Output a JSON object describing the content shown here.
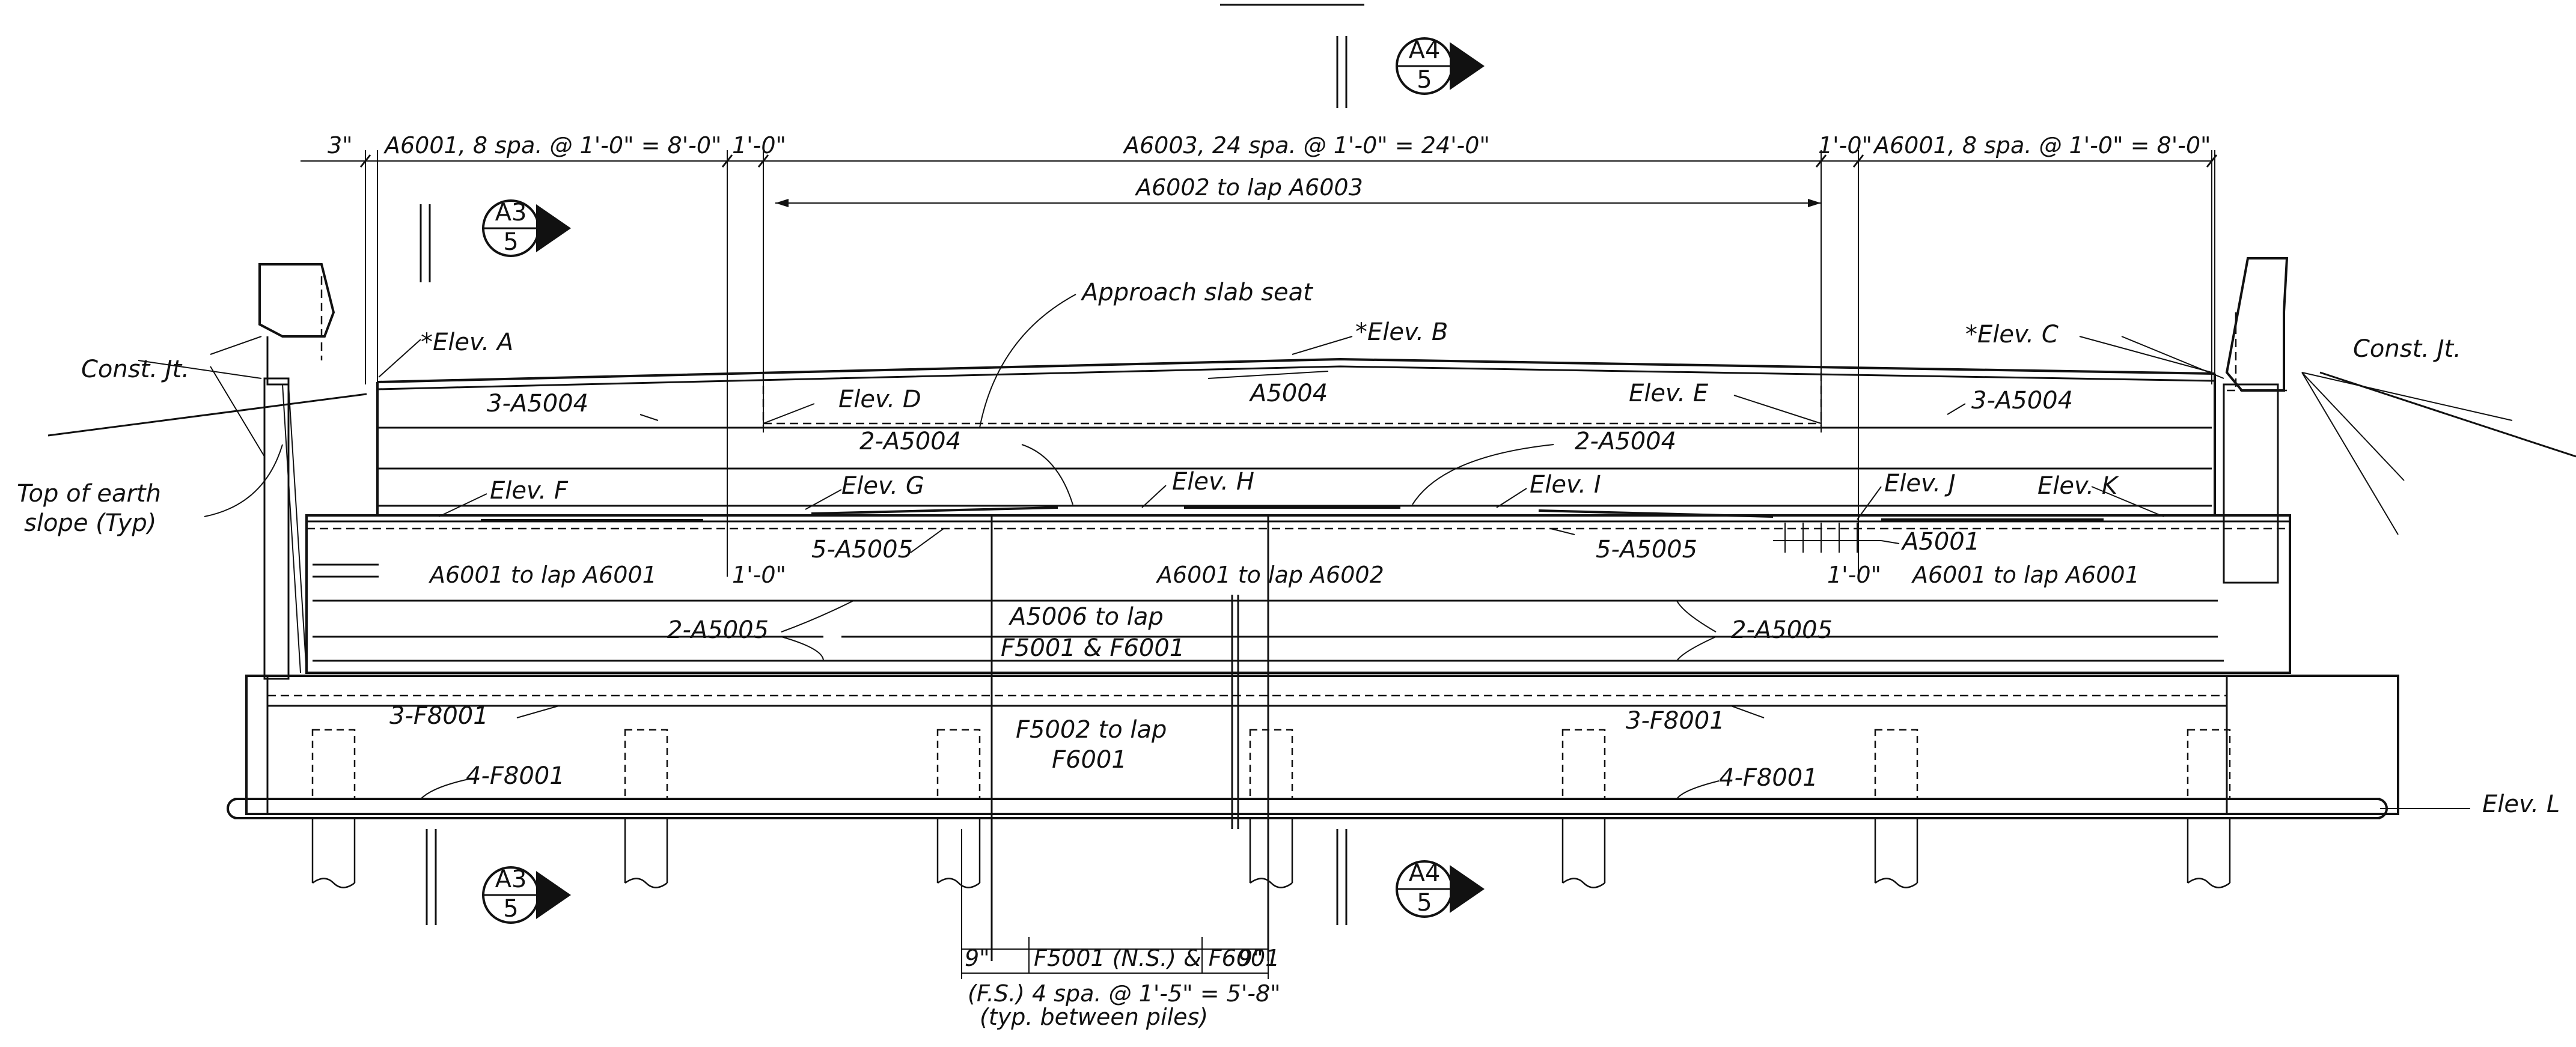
{
  "dimensions": {
    "d_3in": "3\"",
    "d_left_spacing": "A6001, 8 spa. @ 1'-0\" = 8'-0\"",
    "d_1ft_a": "1'-0\"",
    "d_center_spacing": "A6003, 24 spa. @ 1'-0\" = 24'-0\"",
    "d_1ft_b": "1'-0\"",
    "d_right_spacing": "A6001, 8 spa. @ 1'-0\" = 8'-0\"",
    "d_lap_top": "A6002 to lap A6003",
    "d_lap_left": "A6001 to lap A6001",
    "d_1ft_c": "1'-0\"",
    "d_lap_center": "A6001 to lap A6002",
    "d_1ft_d": "1'-0\"",
    "d_lap_right": "A6001 to lap A6001",
    "d_9in_a": "9\"",
    "d_f5001": "F5001 (N.S.) & F6001",
    "d_9in_b": "9\"",
    "d_fs": "(F.S.) 4 spa. @ 1'-5\" = 5'-8\"",
    "d_typ": "(typ. between piles)"
  },
  "sections": [
    {
      "letter": "A4",
      "num": "5"
    },
    {
      "letter": "A3",
      "num": "5"
    },
    {
      "letter": "A3",
      "num": "5"
    },
    {
      "letter": "A4",
      "num": "5"
    }
  ],
  "labels": {
    "approach": "Approach slab seat",
    "elev_a": "*Elev. A",
    "elev_b": "*Elev. B",
    "elev_c": "*Elev. C",
    "elev_d": "Elev. D",
    "elev_e": "Elev. E",
    "elev_f": "Elev. F",
    "elev_g": "Elev. G",
    "elev_h": "Elev. H",
    "elev_i": "Elev. I",
    "elev_j": "Elev. J",
    "elev_k": "Elev. K",
    "elev_l": "Elev. L",
    "const_left": "Const. Jt.",
    "const_right": "Const. Jt.",
    "top_earth_1": "Top of earth",
    "top_earth_2": "slope (Typ)",
    "bar_3a5004_l": "3-A5004",
    "bar_a5004": "A5004",
    "bar_3a5004_r": "3-A5004",
    "bar_2a5004_l": "2-A5004",
    "bar_2a5004_r": "2-A5004",
    "bar_5a5005_l": "5-A5005",
    "bar_5a5005_r": "5-A5005",
    "bar_a5001": "A5001",
    "bar_2a5005_l": "2-A5005",
    "bar_2a5005_r": "2-A5005",
    "bar_a5006_1": "A5006 to lap",
    "bar_a5006_2": "F5001 & F6001",
    "bar_3f8001_l": "3-F8001",
    "bar_3f8001_r": "3-F8001",
    "bar_f5002_1": "F5002 to lap",
    "bar_f5002_2": "F6001",
    "bar_4f8001_l": "4-F8001",
    "bar_4f8001_r": "4-F8001"
  }
}
